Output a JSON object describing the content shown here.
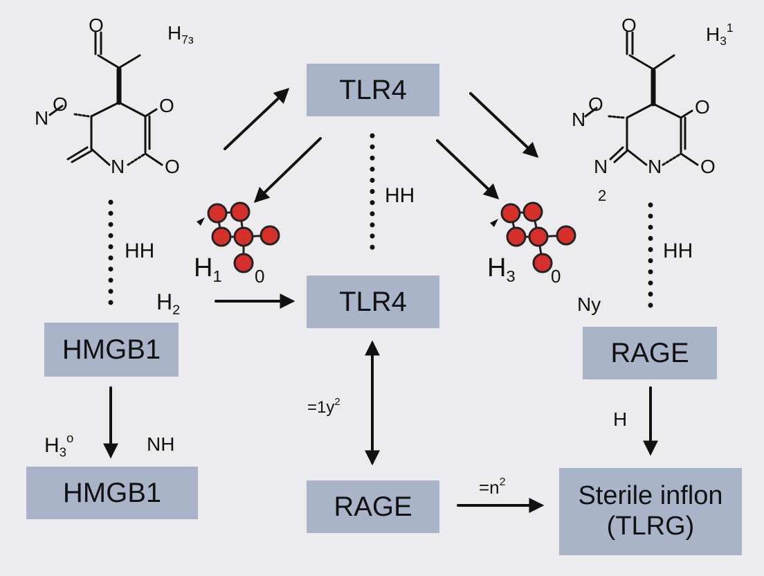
{
  "colors": {
    "background": "#ececee",
    "box_fill": "#a9b4c9",
    "atom_fill": "#d6302a",
    "ink": "#111111"
  },
  "boxes": {
    "tlr4_top": "TLR4",
    "tlr4_middle": "TLR4",
    "hmgb1_upper": "HMGB1",
    "hmgb1_lower": "HMGB1",
    "rage_right": "RAGE",
    "rage_bottom": "RAGE",
    "sterile_line1": "Sterile inflon",
    "sterile_line2": "(TLRG)"
  },
  "labels": {
    "h73_base": "H",
    "h73_sub": "7з",
    "h31_base": "H",
    "h31_sup": "3",
    "h31_sup2": "1",
    "hh_left": "HH",
    "hh_center": "HH",
    "hh_right": "HH",
    "h2_base": "H",
    "h2_sub": "2",
    "h1_base": "H",
    "h1_sub": "1",
    "zero_left": "0",
    "h3_base": "H",
    "h3_sub": "3",
    "zero_right": "0",
    "ny": "Ny",
    "h3o_base": "H",
    "h3o_sub": "3",
    "h3o_sup": "o",
    "nh": "NH",
    "eq1y2_base": "=1y",
    "eq1y2_sup": "2",
    "h_right": "H",
    "eqn2_base": "=n",
    "eqn2_sup": "2"
  },
  "molecule_left": {
    "o_top": "O",
    "o_ketone": "O",
    "o_ring": "O",
    "n_ring": "N",
    "n_left": "N",
    "o_left": "O"
  },
  "molecule_right": {
    "o_top": "O",
    "o_ketone": "O",
    "o_ring": "O",
    "n_ring": "N",
    "n_left": "N",
    "o_left": "O",
    "n_imine": "N",
    "imine_sub": "2"
  }
}
